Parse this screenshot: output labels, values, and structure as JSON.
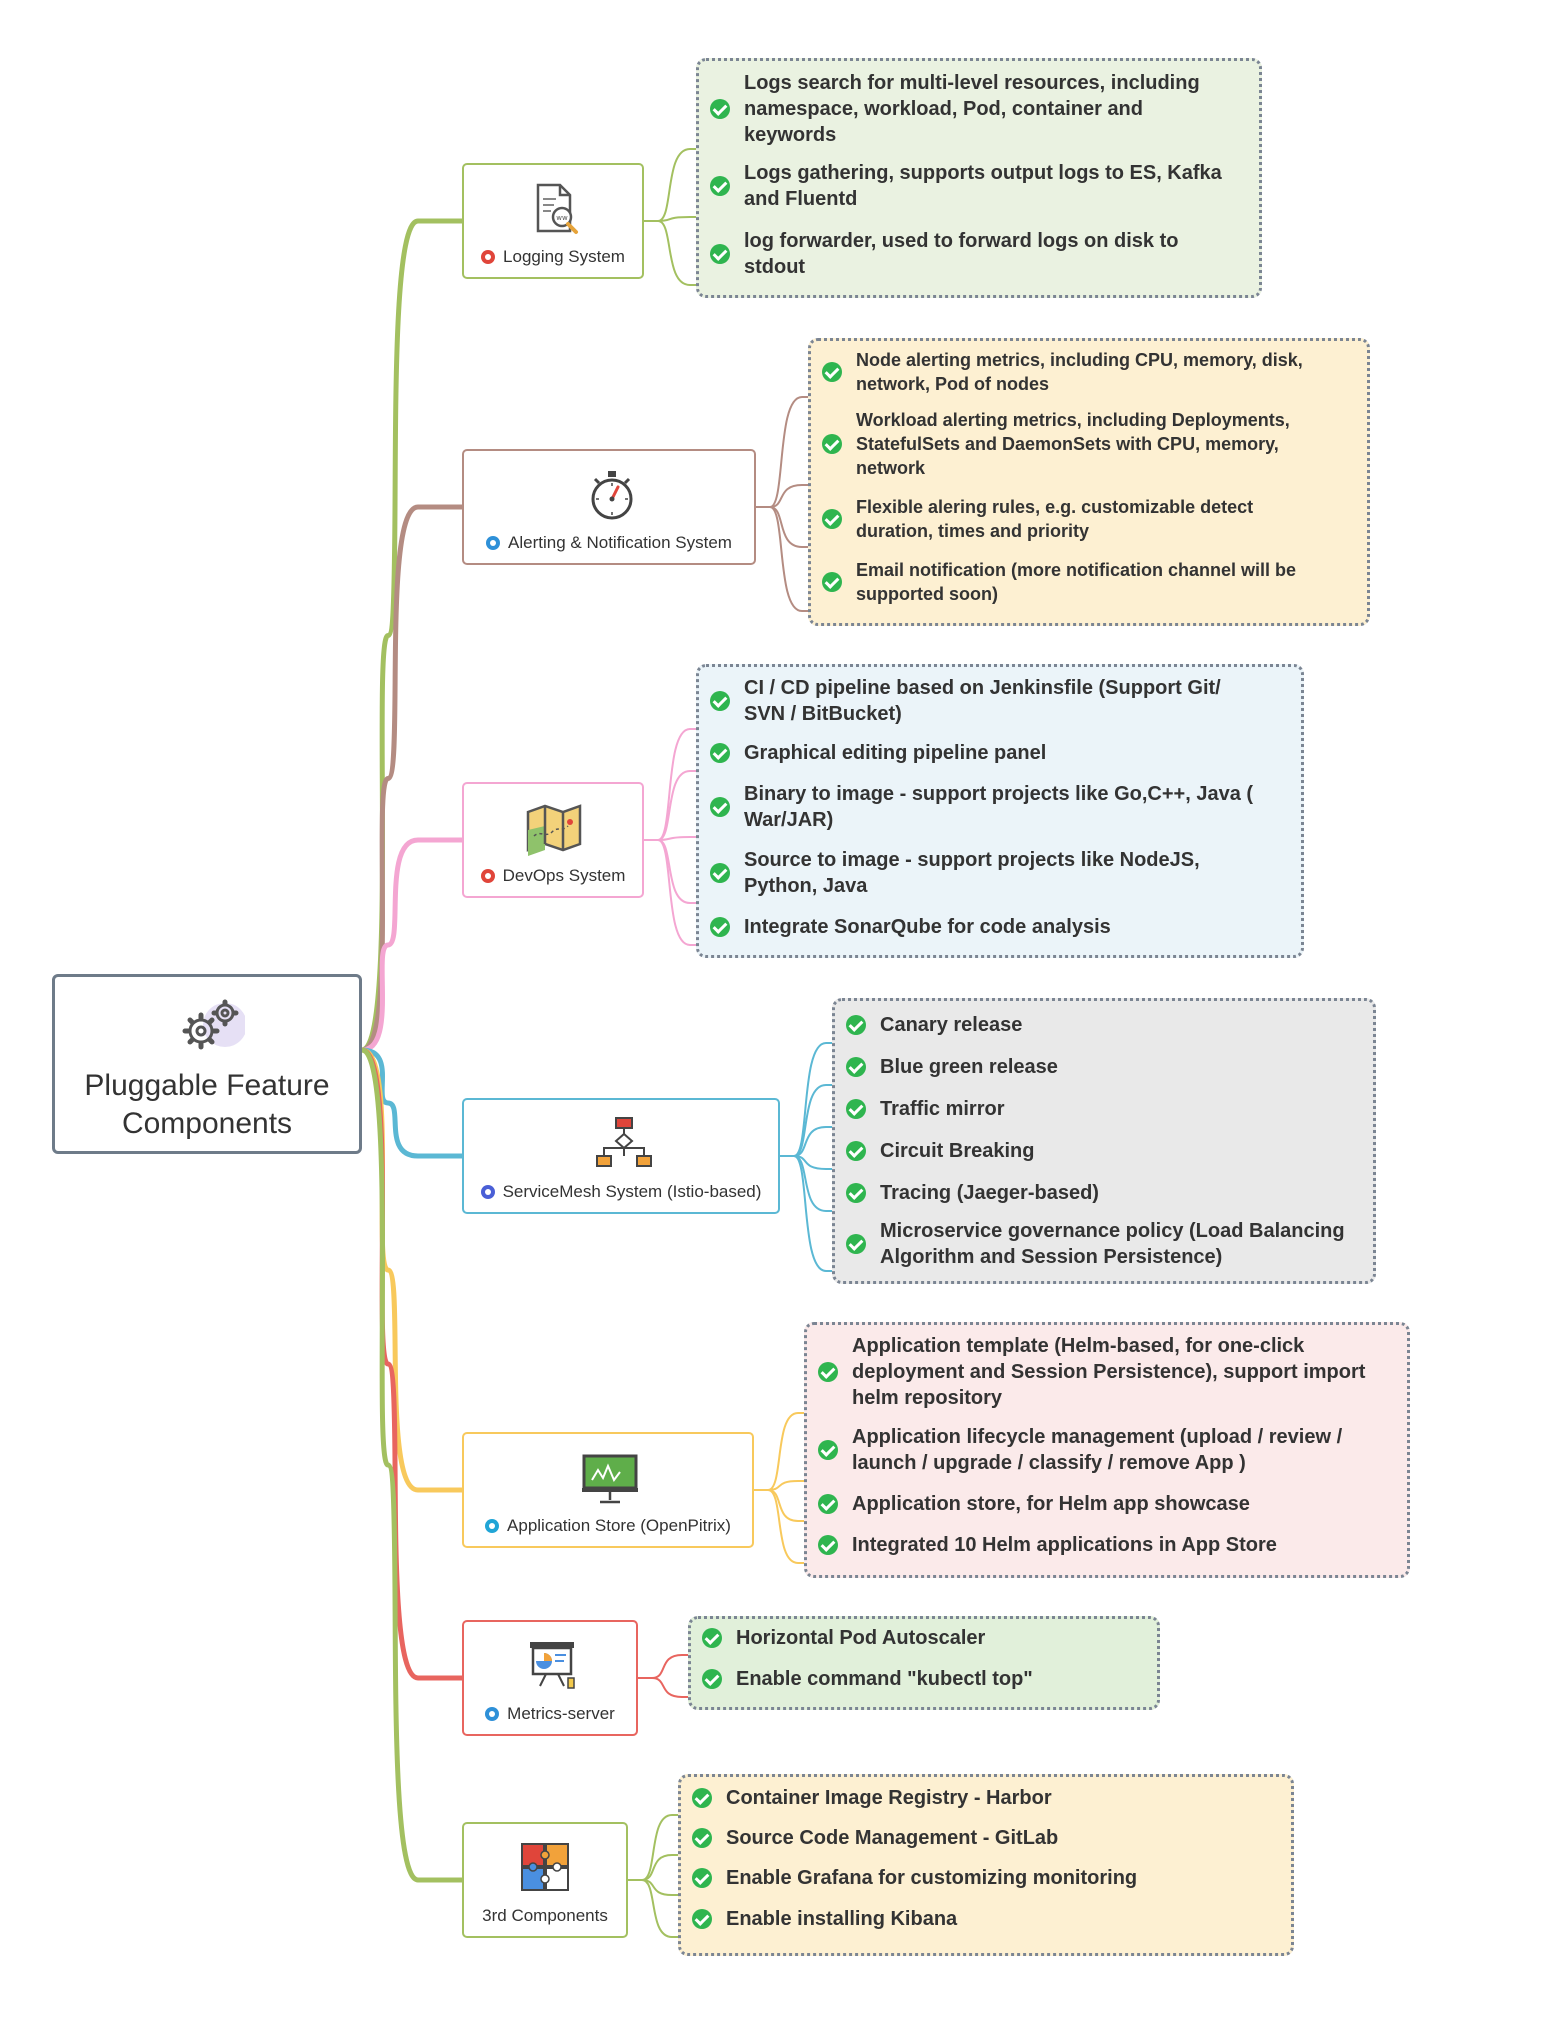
{
  "diagram": {
    "root": {
      "title_lines": [
        "Pluggable Feature",
        "Components"
      ]
    },
    "branches": [
      {
        "id": "logging",
        "label": "Logging System",
        "icon": "document-search-icon",
        "color": "#a3c060",
        "dot_color": "#e0453a",
        "panel_bg": "#eaf2e1",
        "items": [
          [
            "Logs search for multi-level resources, including",
            "namespace, workload, Pod, container and",
            "keywords"
          ],
          [
            "Logs gathering,  supports output logs to ES, Kafka",
            "and Fluentd"
          ],
          [
            "log forwarder,  used to forward logs on disk to",
            "stdout"
          ]
        ]
      },
      {
        "id": "alerting",
        "label": "Alerting & Notification System",
        "icon": "stopwatch-icon",
        "color": "#b48c82",
        "dot_color": "#2e90d8",
        "panel_bg": "#fdf0d2",
        "items": [
          [
            "Node alerting metrics, including CPU, memory, disk,",
            "network, Pod of nodes"
          ],
          [
            "Workload alerting metrics, including Deployments,",
            "StatefulSets and  DaemonSets with CPU, memory,",
            "network"
          ],
          [
            "Flexible alering rules, e.g. customizable detect",
            "duration, times and priority"
          ],
          [
            "Email notification (more notification channel will be",
            "supported soon)"
          ]
        ]
      },
      {
        "id": "devops",
        "label": "DevOps System",
        "icon": "map-icon",
        "color": "#f4a6d2",
        "dot_color": "#e0453a",
        "panel_bg": "#ebf4f9",
        "items": [
          [
            "CI / CD pipeline based on Jenkinsfile (Support Git/",
            "SVN / BitBucket)"
          ],
          [
            "Graphical editing pipeline panel"
          ],
          [
            "Binary to image - support projects like Go,C++, Java (",
            "War/JAR)"
          ],
          [
            "Source to image - support projects like NodeJS,",
            "Python,  Java"
          ],
          [
            "Integrate SonarQube for code analysis"
          ]
        ]
      },
      {
        "id": "servicemesh",
        "label": "ServiceMesh System (Istio-based)",
        "icon": "flowchart-icon",
        "color": "#5bb8d4",
        "dot_color": "#4a5fd6",
        "panel_bg": "#e9e9e9",
        "items": [
          [
            "Canary release"
          ],
          [
            "Blue green release"
          ],
          [
            "Traffic mirror"
          ],
          [
            "Circuit Breaking"
          ],
          [
            "Tracing (Jaeger-based)"
          ],
          [
            "Microservice governance policy (Load Balancing",
            "Algorithm and Session Persistence)"
          ]
        ]
      },
      {
        "id": "appstore",
        "label": "Application Store (OpenPitrix)",
        "icon": "presentation-board-icon",
        "color": "#f8c95c",
        "dot_color": "#21a5d6",
        "panel_bg": "#fbeaea",
        "items": [
          [
            "Application template (Helm-based, for one-click",
            "deployment and Session Persistence), support import",
            "helm repository"
          ],
          [
            "Application lifecycle management (upload / review /",
            "launch / upgrade / classify / remove  App )"
          ],
          [
            "Application store, for Helm app showcase"
          ],
          [
            "Integrated 10 Helm applications in App Store"
          ]
        ]
      },
      {
        "id": "metrics",
        "label": "Metrics-server",
        "icon": "chart-presentation-icon",
        "color": "#e8655f",
        "dot_color": "#2e90d8",
        "panel_bg": "#e1f0da",
        "items": [
          [
            "Horizontal Pod Autoscaler"
          ],
          [
            "Enable command \"kubectl top\""
          ]
        ]
      },
      {
        "id": "thirdparty",
        "label": "3rd Components",
        "icon": "puzzle-icon",
        "color": "#a3c060",
        "dot_color": "",
        "panel_bg": "#fdf0d2",
        "items": [
          [
            "Container Image Registry - Harbor"
          ],
          [
            "Source Code Management - GitLab"
          ],
          [
            "Enable Grafana for customizing monitoring"
          ],
          [
            "Enable installing Kibana"
          ]
        ]
      }
    ]
  }
}
